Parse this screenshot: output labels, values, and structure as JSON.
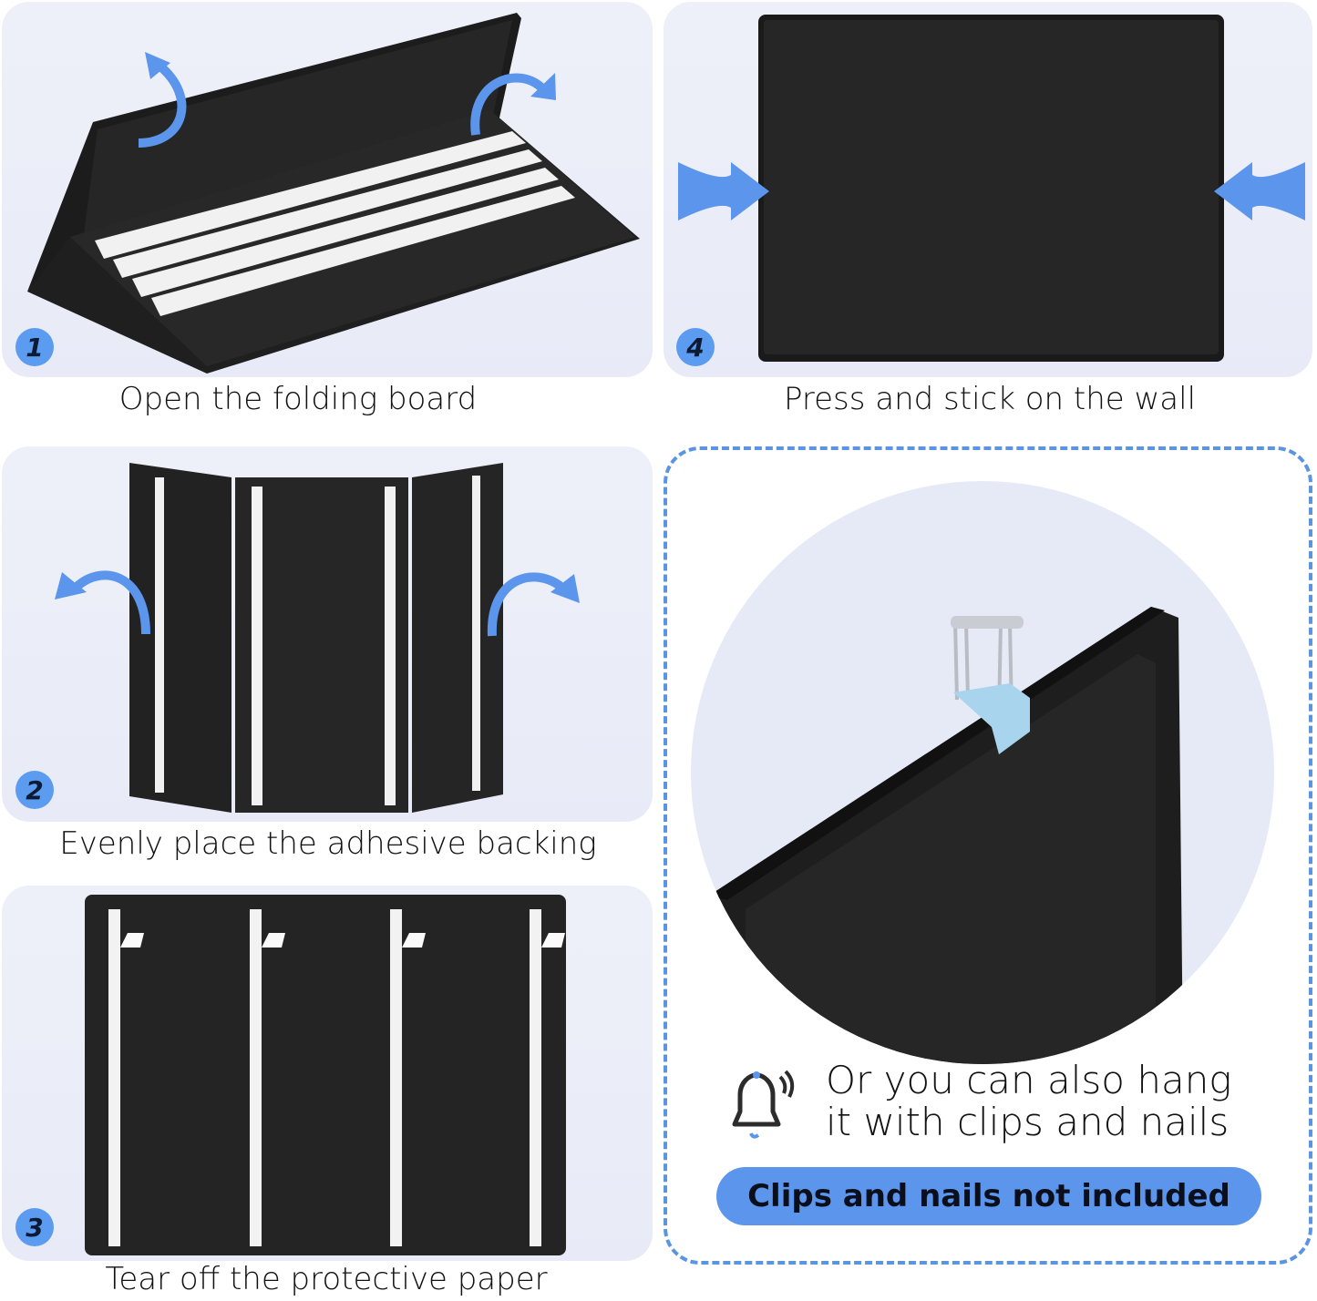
{
  "steps": [
    {
      "number": "1",
      "caption": "Open the folding board"
    },
    {
      "number": "2",
      "caption": "Evenly place the adhesive backing"
    },
    {
      "number": "3",
      "caption": "Tear off the protective paper"
    },
    {
      "number": "4",
      "caption": "Press and stick on the wall"
    }
  ],
  "alternative": {
    "icon": "bell-icon",
    "text_line1": "Or you can also hang",
    "text_line2": "it with clips and nails",
    "notice": "Clips and nails not included"
  },
  "colors": {
    "accent_blue": "#5b95ec",
    "panel_bg": "#eceff9",
    "board_black": "#242424",
    "clip_blue": "#a9d4ee"
  }
}
